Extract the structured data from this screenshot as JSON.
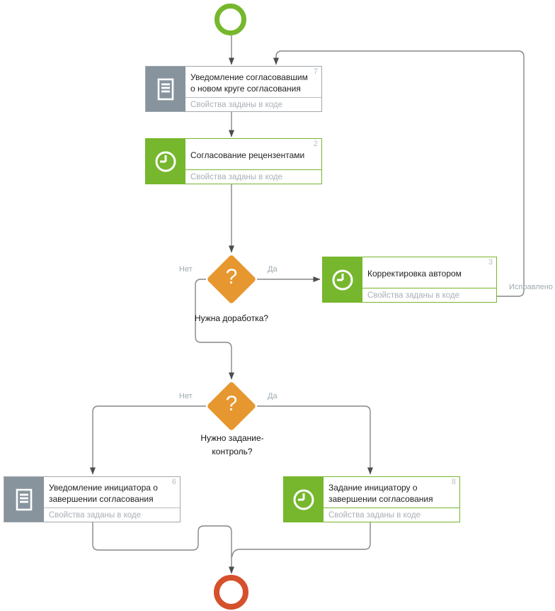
{
  "nodes": {
    "notify_new_round": {
      "number": "7",
      "title": "Уведомление согласовавшим о новом круге согласования",
      "subtitle": "Свойства заданы в коде"
    },
    "review": {
      "number": "2",
      "title": "Согласование рецензентами",
      "subtitle": "Свойства заданы в коде"
    },
    "author_fix": {
      "number": "3",
      "title": "Корректировка автором",
      "subtitle": "Свойства заданы в коде"
    },
    "notify_initiator": {
      "number": "6",
      "title": "Уведомление инициатора о завершении согласования",
      "subtitle": "Свойства заданы в коде"
    },
    "task_initiator": {
      "number": "8",
      "title": "Задание инициатору о завершении согласования",
      "subtitle": "Свойства заданы в коде"
    },
    "decision_rework": {
      "mark": "?",
      "caption": "Нужна доработка?",
      "label_no": "Нет",
      "label_yes": "Да"
    },
    "decision_control": {
      "mark": "?",
      "caption": "Нужно задание-\nконтроль?",
      "label_no": "Нет",
      "label_yes": "Да"
    }
  },
  "edge_labels": {
    "fixed": "Исправлено"
  },
  "colors": {
    "green": "#76b72d",
    "gray_icon": "#87949e",
    "orange": "#e7972f",
    "end_red": "#d5502c",
    "edge": "#85878a",
    "arrow": "#4b4e50"
  }
}
